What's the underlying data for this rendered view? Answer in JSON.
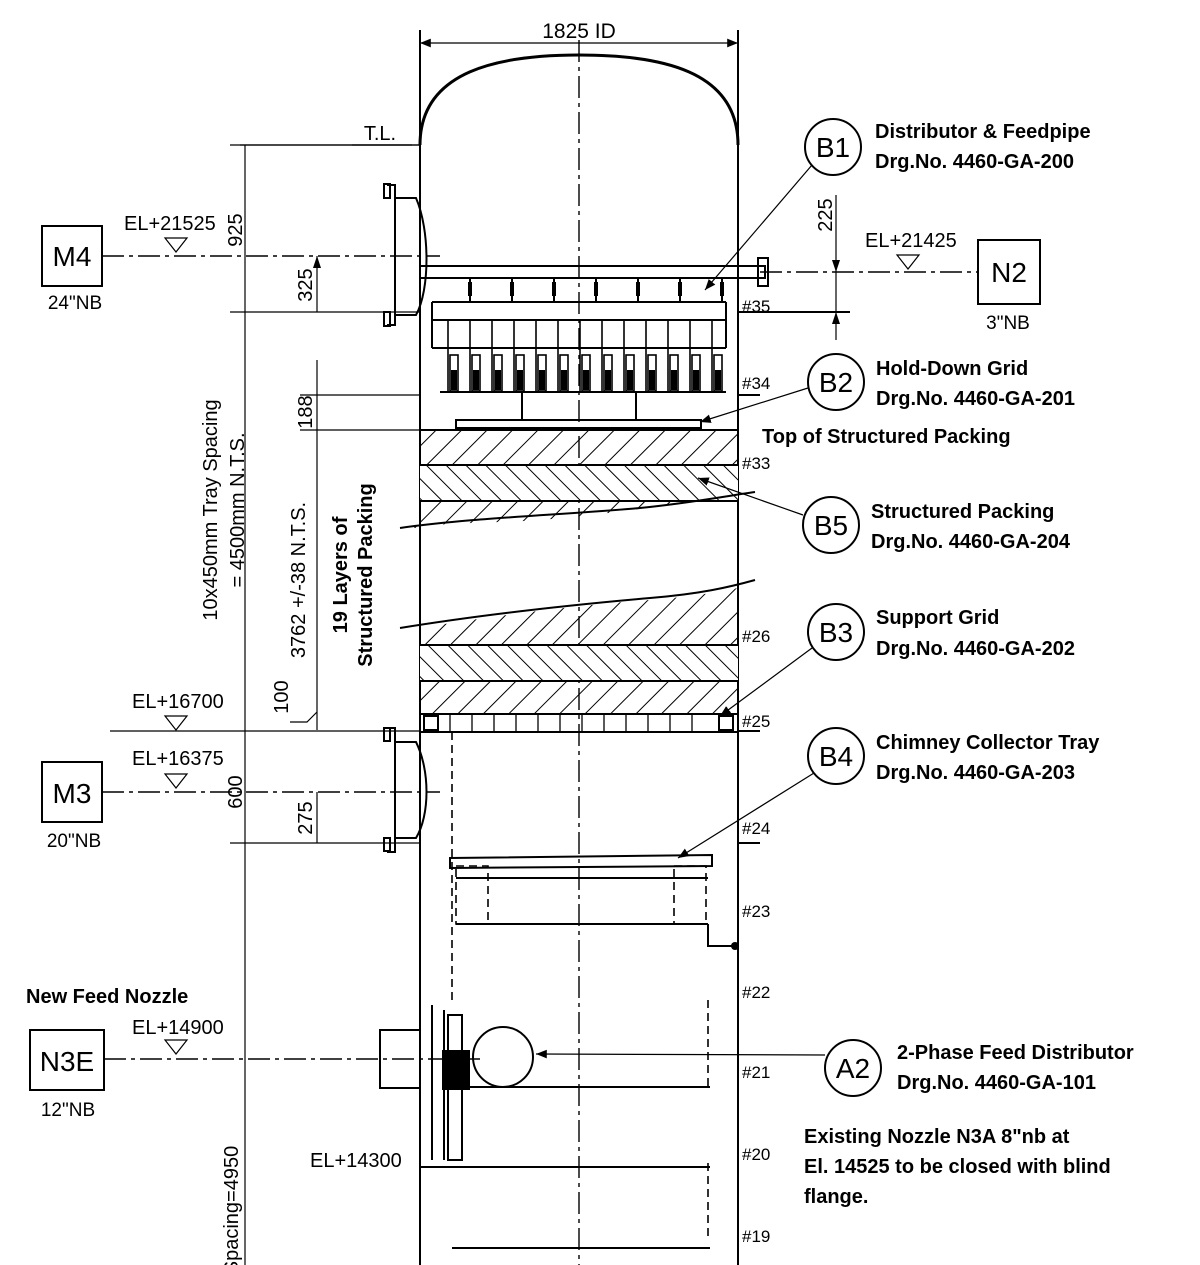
{
  "shell": {
    "diameter": "1825 ID",
    "tangent_line": "T.L."
  },
  "nozzles": {
    "m4": {
      "tag": "M4",
      "size": "24\"NB",
      "elevation": "EL+21525"
    },
    "n2": {
      "tag": "N2",
      "size": "3\"NB",
      "elevation": "EL+21425"
    },
    "m3": {
      "tag": "M3",
      "size": "20\"NB",
      "elevation": "EL+16375"
    },
    "n3e": {
      "tag": "N3E",
      "size": "12\"NB",
      "elevation": "EL+14900",
      "note": "New Feed Nozzle"
    }
  },
  "elevations": {
    "el16700": "EL+16700",
    "el14300": "EL+14300"
  },
  "dimensions": {
    "d925": "925",
    "d325": "325",
    "d225": "225",
    "d188": "188",
    "d600": "600",
    "d275": "275",
    "d100": "100",
    "packing_height": "3762 +/-38 N.T.S.",
    "tray_spacing_1": "10x450mm Tray Spacing",
    "tray_spacing_2": "= 4500mm N.T.S.",
    "spacing_bottom": "Spacing=4950"
  },
  "packing_layers": {
    "line1": "19 Layers of",
    "line2": "Structured Packing"
  },
  "trays": [
    "#35",
    "#34",
    "#33",
    "#26",
    "#25",
    "#24",
    "#23",
    "#22",
    "#21",
    "#20",
    "#19"
  ],
  "callouts": {
    "b1": {
      "tag": "B1",
      "title": "Distributor & Feedpipe",
      "drawing": "Drg.No. 4460-GA-200"
    },
    "b2": {
      "tag": "B2",
      "title": "Hold-Down Grid",
      "drawing": "Drg.No. 4460-GA-201"
    },
    "b5": {
      "tag": "B5",
      "title": "Structured Packing",
      "drawing": "Drg.No. 4460-GA-204"
    },
    "b3": {
      "tag": "B3",
      "title": "Support Grid",
      "drawing": "Drg.No. 4460-GA-202"
    },
    "b4": {
      "tag": "B4",
      "title": "Chimney Collector Tray",
      "drawing": "Drg.No. 4460-GA-203"
    },
    "a2": {
      "tag": "A2",
      "title": "2-Phase Feed Distributor",
      "drawing": "Drg.No. 4460-GA-101"
    }
  },
  "notes": {
    "top_of_packing": "Top of Structured Packing",
    "existing_1": "Existing Nozzle N3A 8\"nb at",
    "existing_2": "El. 14525  to be closed with blind",
    "existing_3": "flange."
  }
}
